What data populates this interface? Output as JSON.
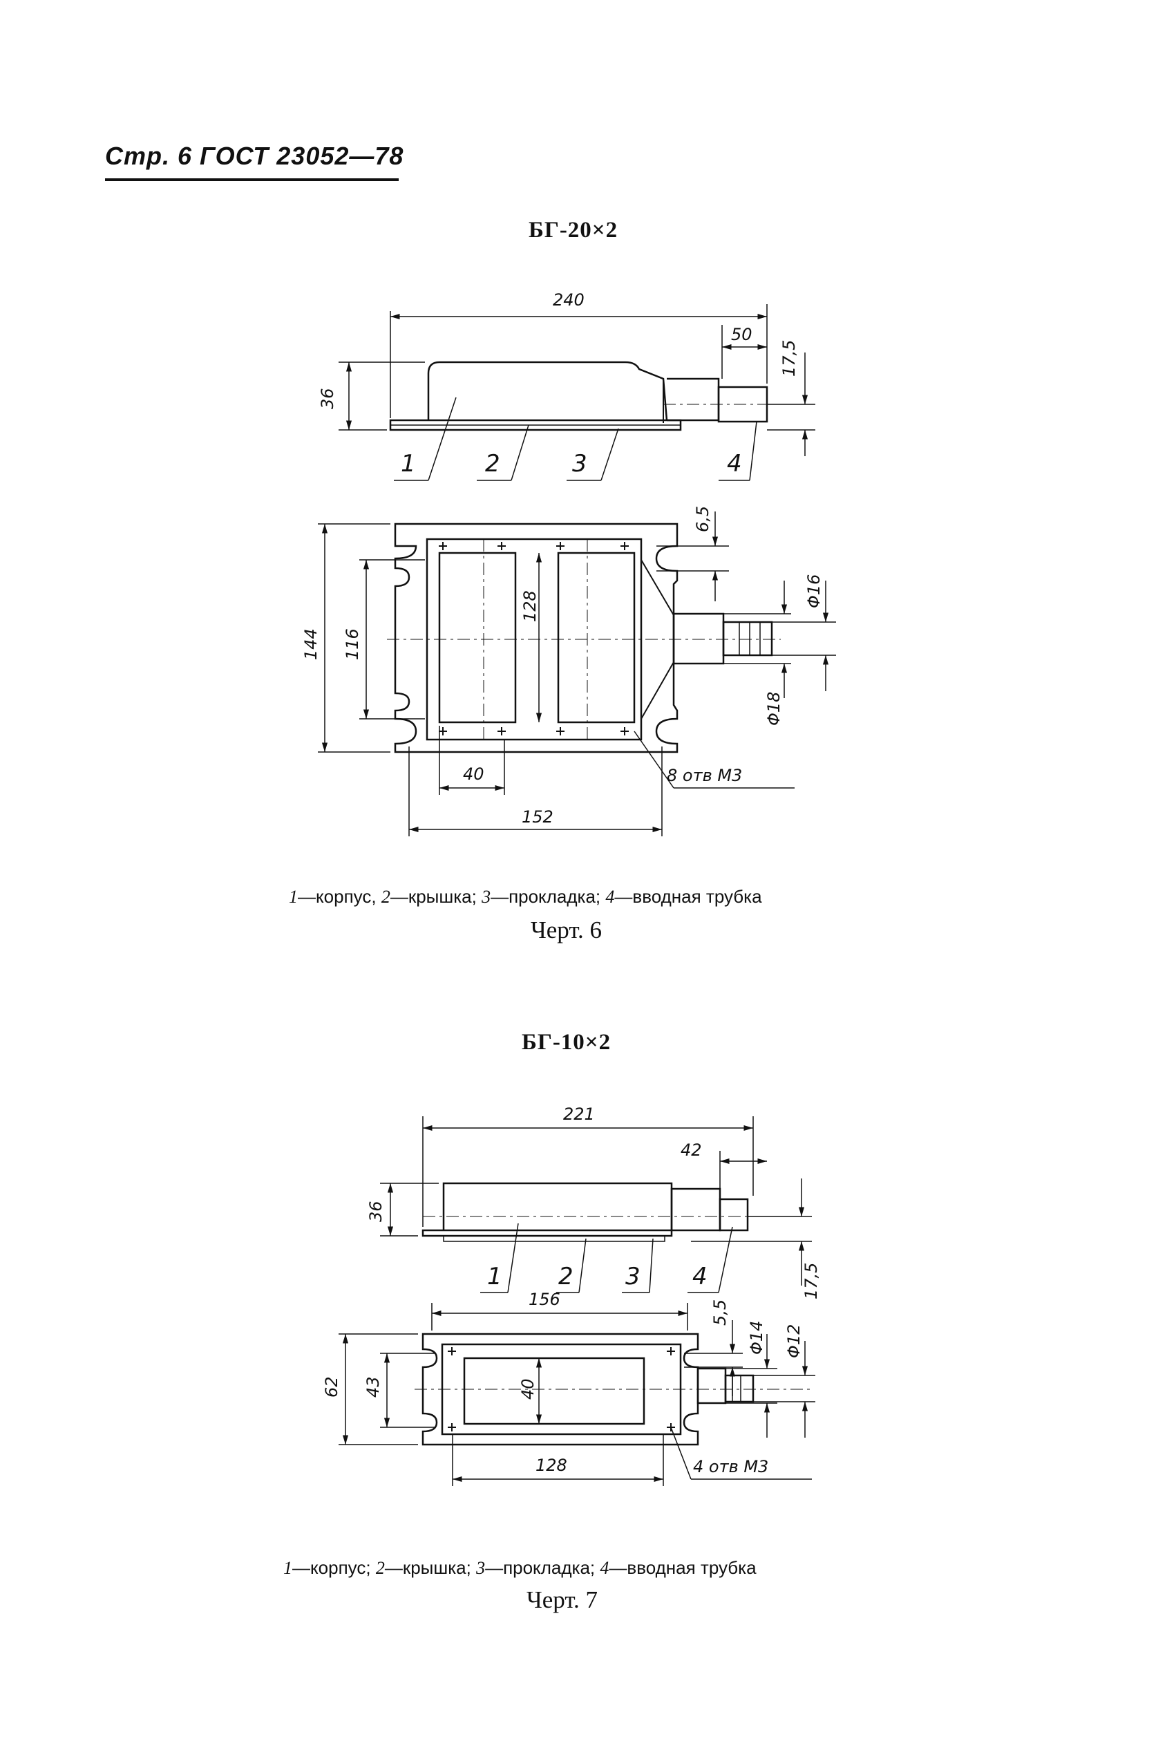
{
  "header": {
    "page": "Стр. 6",
    "standard": "ГОСТ 23052—78"
  },
  "figure6": {
    "title": "БГ-20×2",
    "dims": {
      "d240": "240",
      "d50": "50",
      "d17_5": "17,5",
      "d36": "36",
      "d6_5": "6,5",
      "d16": "Φ16",
      "d18": "Φ18",
      "d144": "144",
      "d116": "116",
      "d128": "128",
      "d40": "40",
      "d152": "152",
      "holes": "8 отв M3"
    },
    "parts": [
      "1",
      "2",
      "3",
      "4"
    ],
    "legend": {
      "n1": "1",
      "t1": "—корпус, ",
      "n2": "2",
      "t2": "—крышка; ",
      "n3": "3",
      "t3": "—прокладка; ",
      "n4": "4",
      "t4": "—вводная трубка"
    },
    "caption": "Черт. 6"
  },
  "figure7": {
    "title": "БГ-10×2",
    "dims": {
      "d221": "221",
      "d42": "42",
      "d36": "36",
      "d17_5": "17,5",
      "d156": "156",
      "d5_5": "5,5",
      "d14": "Φ14",
      "d12": "Φ12",
      "d62": "62",
      "d43": "43",
      "d40": "40",
      "d128": "128",
      "holes": "4 отв M3"
    },
    "parts": [
      "1",
      "2",
      "3",
      "4"
    ],
    "legend": {
      "n1": "1",
      "t1": "—корпус; ",
      "n2": "2",
      "t2": "—крышка; ",
      "n3": "3",
      "t3": "—прокладка; ",
      "n4": "4",
      "t4": "—вводная трубка"
    },
    "caption": "Черт. 7"
  }
}
